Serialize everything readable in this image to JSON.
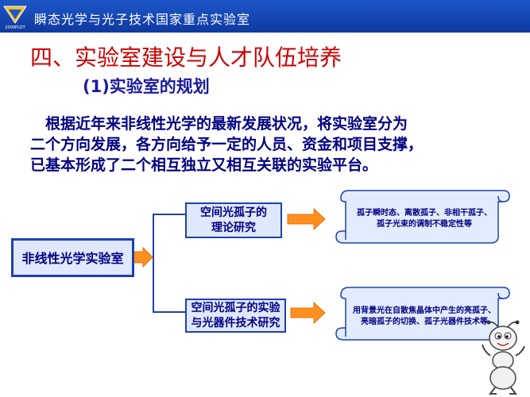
{
  "header": {
    "title": "瞬态光学与光子技术国家重点实验室",
    "logo_text": "2000PLOT"
  },
  "page_title": "四、实验室建设与人才队伍培养",
  "subtitle": "(1)实验室的规划",
  "body_lines": [
    "　根据近年来非线性光学的最新发展状况，将实验室分为",
    "二个方向发展，各方向给予一定的人员、资金和项目支撑，",
    "已基本形成了二个相互独立又相互关联的实验平台。"
  ],
  "diagram": {
    "root": "非线性光学实验室",
    "branches": [
      {
        "lines": [
          "空间光孤子的",
          "理论研究"
        ],
        "detail_lines": [
          "孤子瞬时态、离散孤子、非相干孤子、",
          "孤子光束的调制不稳定性等"
        ]
      },
      {
        "lines": [
          "空间光孤子的实验",
          "与光器件技术研究"
        ],
        "detail_lines": [
          "用背景光在自散焦晶体中产生的亮孤子、",
          "亮暗孤子的切换、孤子光器件技术等"
        ]
      }
    ]
  },
  "colors": {
    "header": "#1d56c8",
    "title_red": "#cc0000",
    "text_navy": "#000080",
    "box_fill": "#dfe8ff",
    "arrow_orange": "#ff9020",
    "scroll_fill": "#e2ecff"
  }
}
